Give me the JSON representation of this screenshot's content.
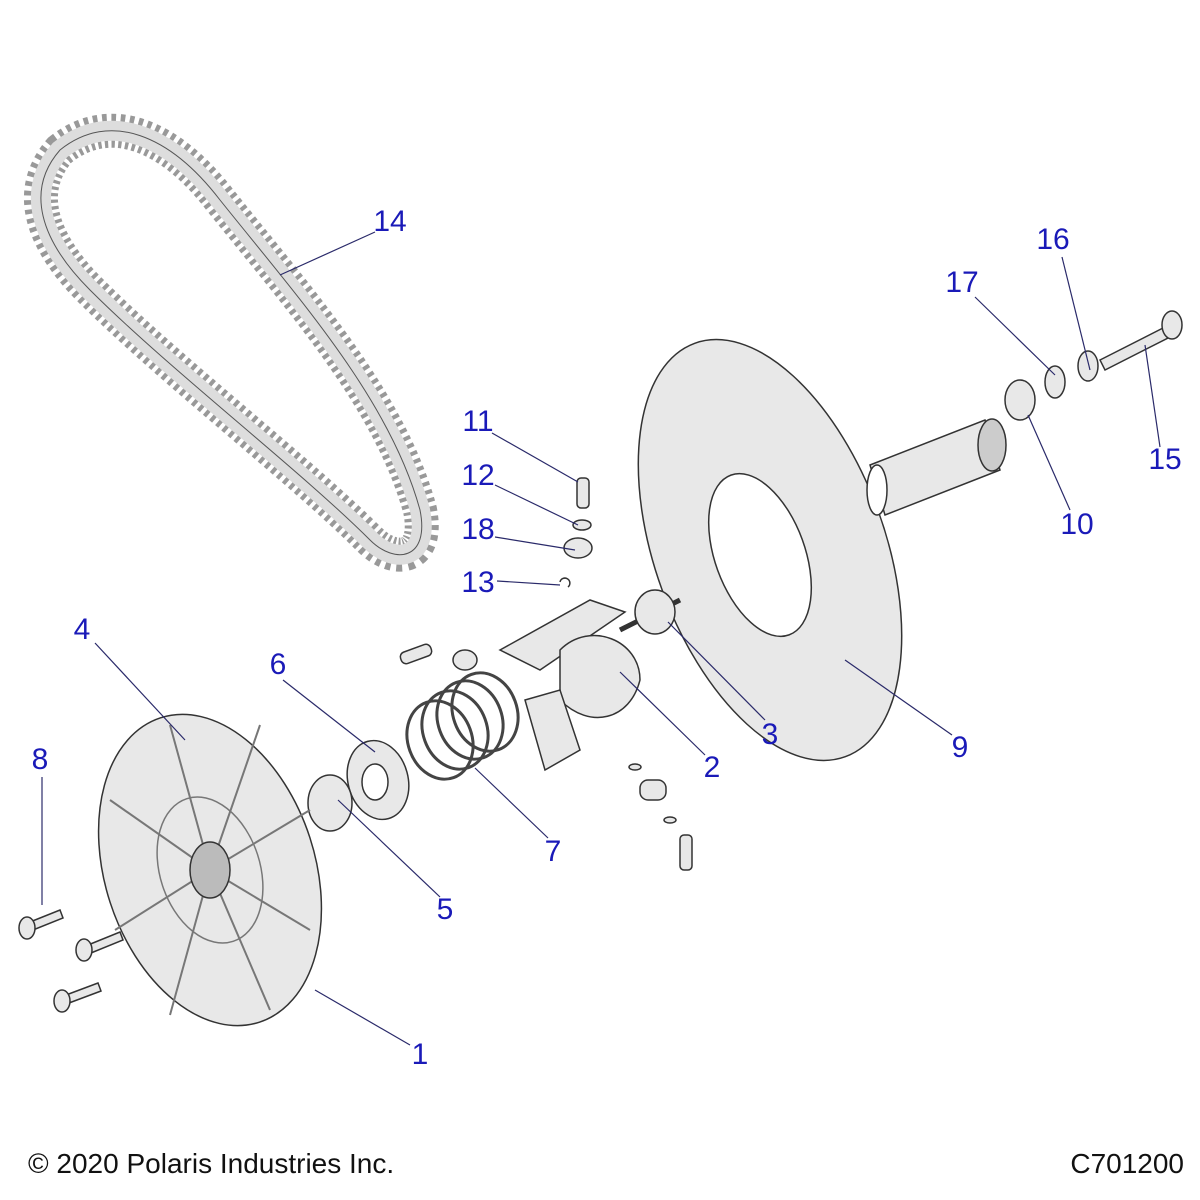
{
  "callouts": [
    "1",
    "2",
    "3",
    "4",
    "5",
    "6",
    "7",
    "8",
    "9",
    "10",
    "11",
    "12",
    "13",
    "14",
    "15",
    "16",
    "17",
    "18"
  ],
  "footer": {
    "copyright": "© 2020 Polaris Industries Inc.",
    "diagram_id": "C701200"
  },
  "colors": {
    "callout": "#1a1ab8",
    "leader": "#2a2a6a",
    "part_fill": "#e8e8e8",
    "part_stroke": "#333333"
  }
}
